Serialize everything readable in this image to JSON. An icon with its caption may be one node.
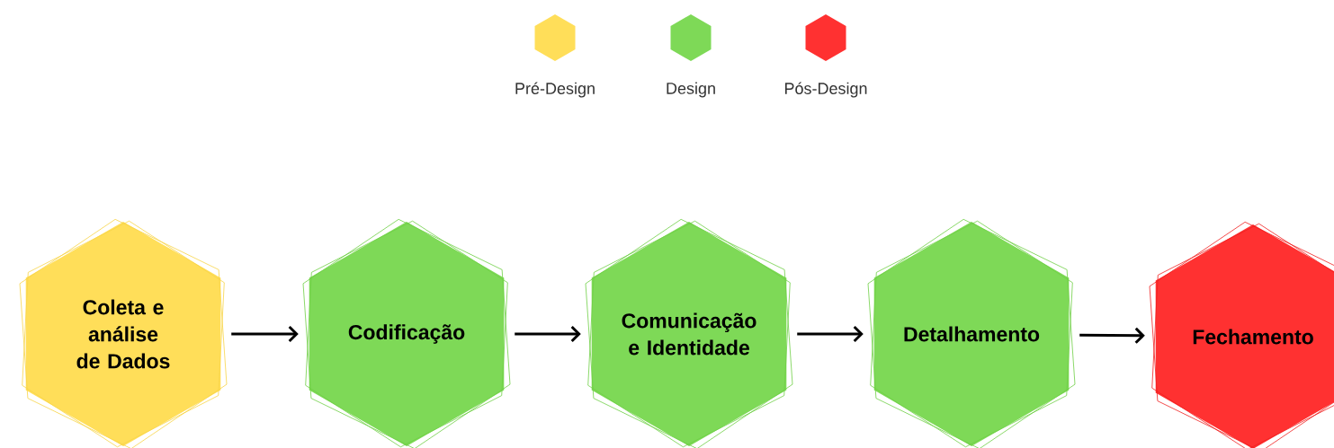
{
  "diagram": {
    "nodes": [
      {
        "text": [
          "Coleta e análise de Dados"
        ]
      },
      {
        "text": [
          "Codificação"
        ]
      },
      {
        "text": [
          "Comunicação e Identidade"
        ]
      },
      {
        "text": [
          "Detalhamento"
        ]
      },
      {
        "text": [
          "Fechamento"
        ]
      }
    ],
    "edges": [
      {
        "from": 0,
        "to": 1,
        "arrow": "to"
      },
      {
        "from": 1,
        "to": 2,
        "arrow": "to"
      },
      {
        "from": 2,
        "to": 3,
        "arrow": "to"
      },
      {
        "from": 3,
        "to": 4,
        "arrow": "to"
      }
    ],
    "legend": [
      {
        "text": "Pré-Design",
        "color": "#ffde59"
      },
      {
        "text": "Design",
        "color": "#7ed957"
      },
      {
        "text": "Pós-Design",
        "color": "#ff3131"
      }
    ]
  }
}
